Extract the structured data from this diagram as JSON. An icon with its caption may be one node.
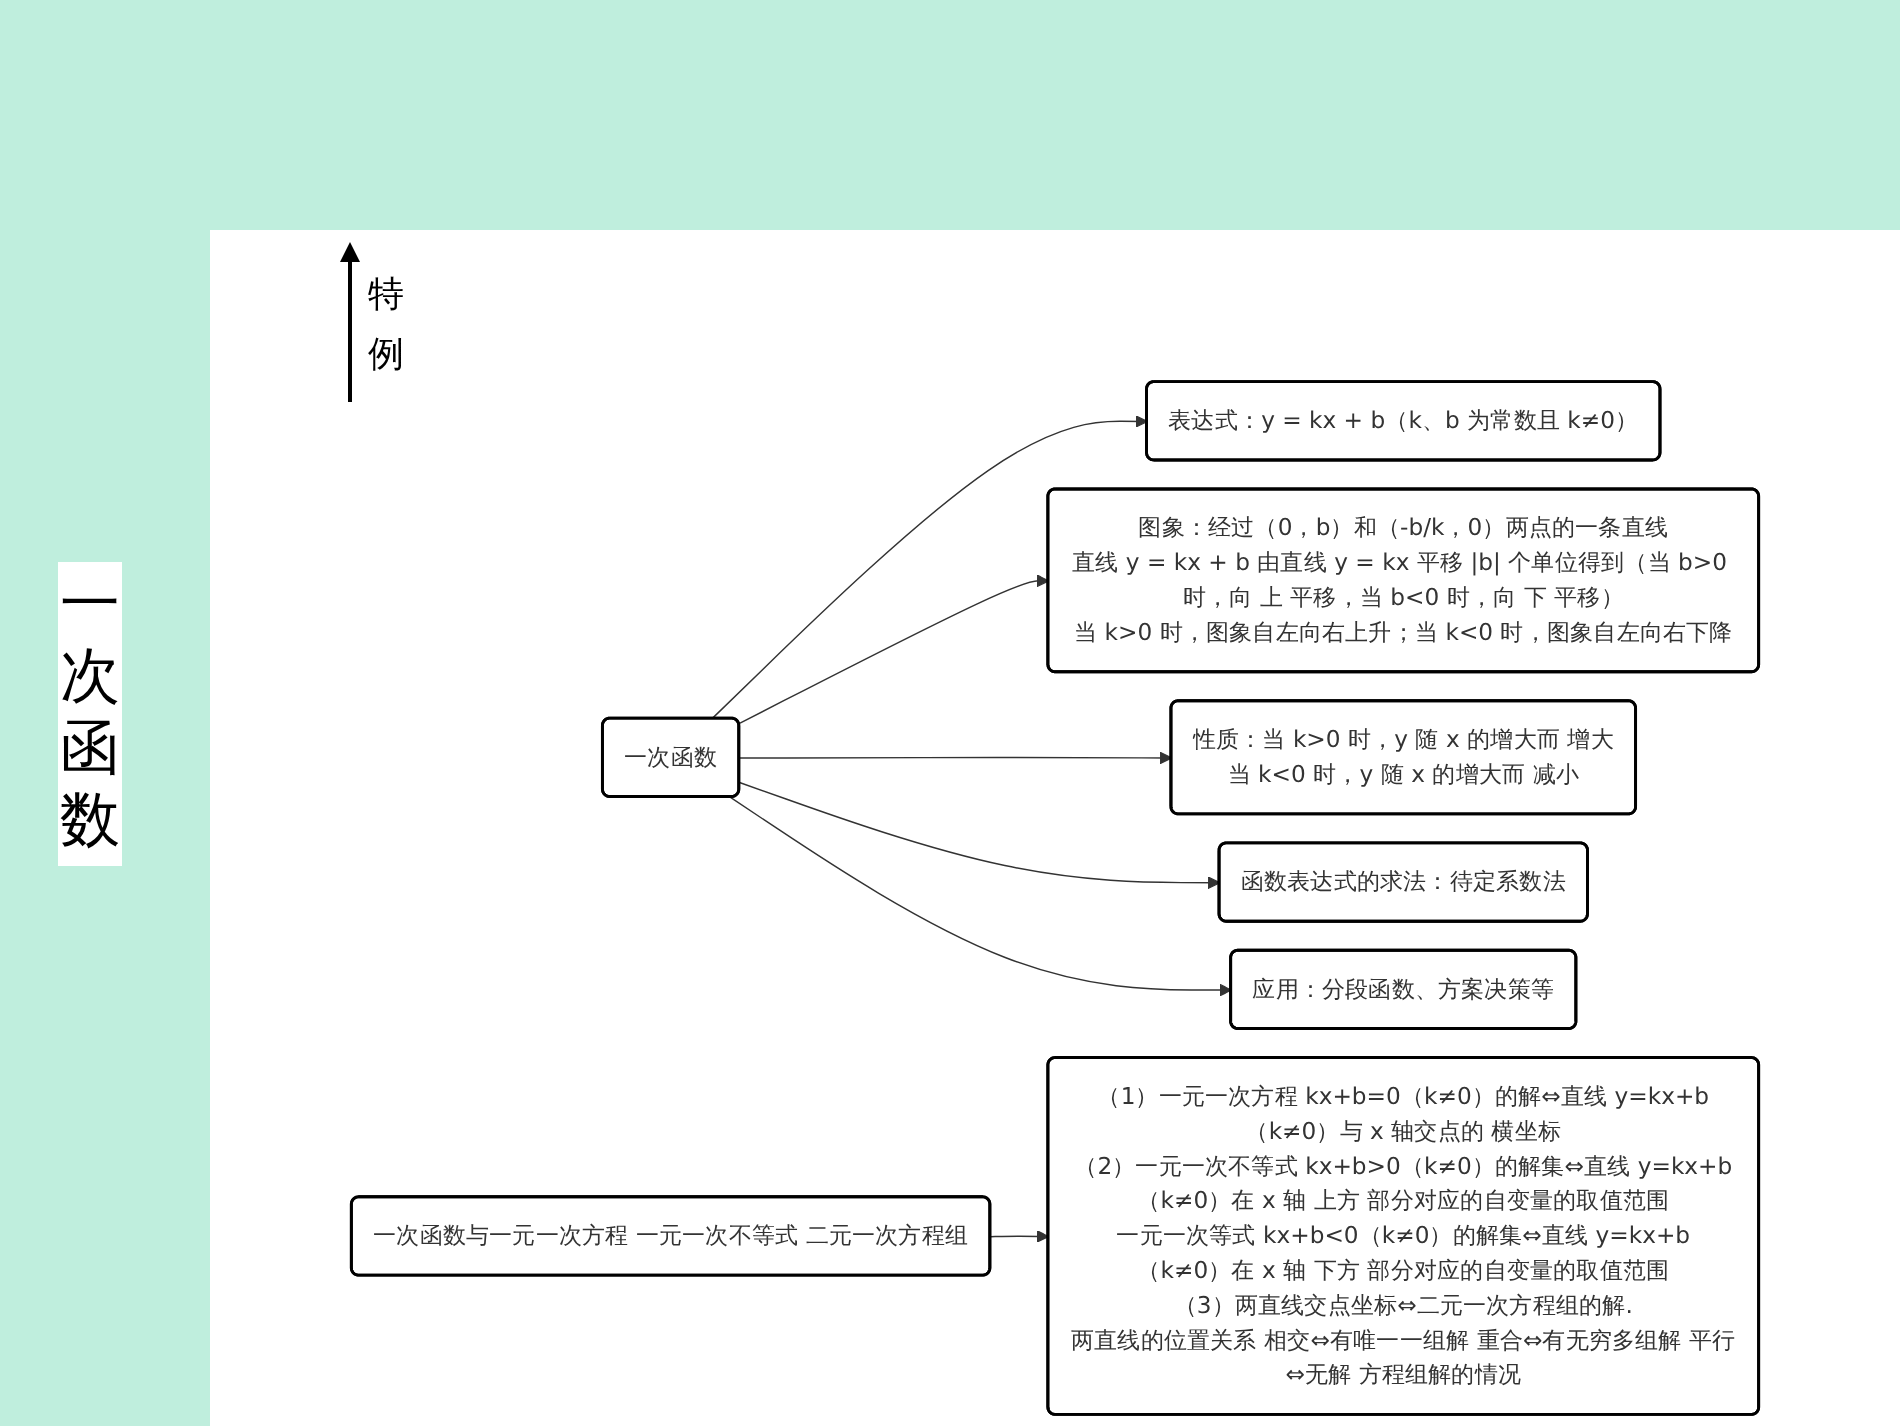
{
  "diagram": {
    "title": "一次函数",
    "nodes": [
      {
        "text": [
          "一次函数"
        ]
      },
      {
        "text": [
          "表达式：y = kx + b（k、b 为常数且 k≠0）"
        ]
      },
      {
        "text": [
          "图象：经过（0，b）和（-b/k，0）两点的一条直线",
          "直线 y = kx + b 由直线 y = kx 平移 |b| 个单位得到（当 b>0 时，向 上 平移，当 b<0 时，向 下 平移）",
          "当 k>0 时，图象自左向右上升；当 k<0 时，图象自左向右下降"
        ]
      },
      {
        "text": [
          "性质：当 k>0 时，y 随 x 的增大而 增大",
          "当 k<0 时，y 随 x 的增大而 减小"
        ]
      },
      {
        "text": [
          "函数表达式的求法：待定系数法"
        ]
      },
      {
        "text": [
          "应用：分段函数、方案决策等"
        ]
      },
      {
        "text": [
          "一次函数与一元一次方程 一元一次不等式 二元一次方程组"
        ]
      },
      {
        "text": [
          "（1）一元一次方程 kx+b=0（k≠0）的解⇔直线 y=kx+b（k≠0）与 x 轴交点的 横坐标",
          "（2）一元一次不等式 kx+b>0（k≠0）的解集⇔直线 y=kx+b（k≠0）在 x 轴 上方 部分对应的自变量的取值范围",
          "一元一次等式 kx+b<0（k≠0）的解集⇔直线 y=kx+b（k≠0）在 x 轴 下方 部分对应的自变量的取值范围",
          "（3）两直线交点坐标⇔二元一次方程组的解.",
          "两直线的位置关系 相交⇔有唯一一组解 重合⇔有无穷多组解 平行⇔无解 方程组解的情况"
        ]
      }
    ],
    "edges": [
      {
        "from": 0,
        "to": 1,
        "arrow": "to"
      },
      {
        "from": 0,
        "to": 2,
        "arrow": "to"
      },
      {
        "from": 0,
        "to": 3,
        "arrow": "to"
      },
      {
        "from": 0,
        "to": 4,
        "arrow": "to"
      },
      {
        "from": 0,
        "to": 5,
        "arrow": "to"
      },
      {
        "from": 6,
        "to": 7,
        "arrow": "to"
      }
    ],
    "labels": [
      "特例"
    ]
  }
}
